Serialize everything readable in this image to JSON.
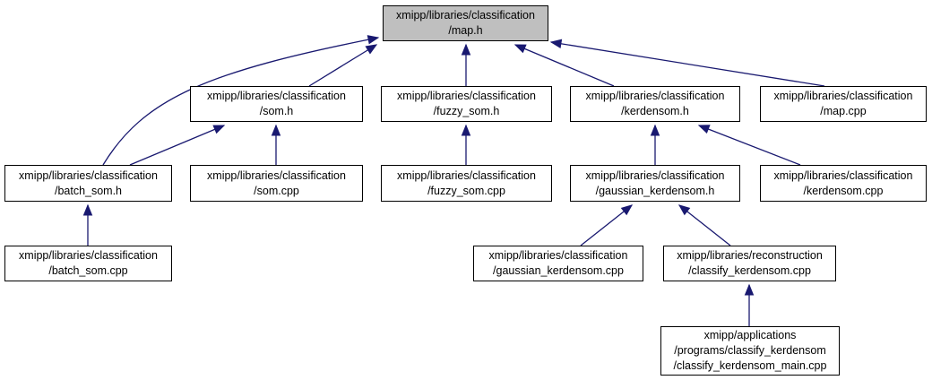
{
  "colors": {
    "edge": "#191970",
    "root_fill": "#bfbfbf",
    "node_fill": "#ffffff",
    "border": "#000000"
  },
  "nodes": [
    {
      "id": "map_h",
      "lines": [
        "xmipp/libraries/classification",
        "/map.h"
      ],
      "root": true
    },
    {
      "id": "som_h",
      "lines": [
        "xmipp/libraries/classification",
        "/som.h"
      ]
    },
    {
      "id": "fuzzy_som_h",
      "lines": [
        "xmipp/libraries/classification",
        "/fuzzy_som.h"
      ]
    },
    {
      "id": "kerdensom_h",
      "lines": [
        "xmipp/libraries/classification",
        "/kerdensom.h"
      ]
    },
    {
      "id": "map_cpp",
      "lines": [
        "xmipp/libraries/classification",
        "/map.cpp"
      ]
    },
    {
      "id": "batch_som_h",
      "lines": [
        "xmipp/libraries/classification",
        "/batch_som.h"
      ]
    },
    {
      "id": "som_cpp",
      "lines": [
        "xmipp/libraries/classification",
        "/som.cpp"
      ]
    },
    {
      "id": "fuzzy_som_cpp",
      "lines": [
        "xmipp/libraries/classification",
        "/fuzzy_som.cpp"
      ]
    },
    {
      "id": "gaussian_kerdensom_h",
      "lines": [
        "xmipp/libraries/classification",
        "/gaussian_kerdensom.h"
      ]
    },
    {
      "id": "kerdensom_cpp",
      "lines": [
        "xmipp/libraries/classification",
        "/kerdensom.cpp"
      ]
    },
    {
      "id": "batch_som_cpp",
      "lines": [
        "xmipp/libraries/classification",
        "/batch_som.cpp"
      ]
    },
    {
      "id": "gaussian_kerdensom_cpp",
      "lines": [
        "xmipp/libraries/classification",
        "/gaussian_kerdensom.cpp"
      ]
    },
    {
      "id": "classify_kerdensom_cpp",
      "lines": [
        "xmipp/libraries/reconstruction",
        "/classify_kerdensom.cpp"
      ]
    },
    {
      "id": "classify_kerdensom_main_cpp",
      "lines": [
        "xmipp/applications",
        "/programs/classify_kerdensom",
        "/classify_kerdensom_main.cpp"
      ]
    }
  ],
  "edges": [
    {
      "from": "som_h",
      "to": "map_h"
    },
    {
      "from": "fuzzy_som_h",
      "to": "map_h"
    },
    {
      "from": "kerdensom_h",
      "to": "map_h"
    },
    {
      "from": "map_cpp",
      "to": "map_h"
    },
    {
      "from": "batch_som_h",
      "to": "map_h"
    },
    {
      "from": "batch_som_h",
      "to": "som_h"
    },
    {
      "from": "som_cpp",
      "to": "som_h"
    },
    {
      "from": "fuzzy_som_cpp",
      "to": "fuzzy_som_h"
    },
    {
      "from": "gaussian_kerdensom_h",
      "to": "kerdensom_h"
    },
    {
      "from": "kerdensom_cpp",
      "to": "kerdensom_h"
    },
    {
      "from": "batch_som_cpp",
      "to": "batch_som_h"
    },
    {
      "from": "gaussian_kerdensom_cpp",
      "to": "gaussian_kerdensom_h"
    },
    {
      "from": "classify_kerdensom_cpp",
      "to": "gaussian_kerdensom_h"
    },
    {
      "from": "classify_kerdensom_main_cpp",
      "to": "classify_kerdensom_cpp"
    }
  ]
}
